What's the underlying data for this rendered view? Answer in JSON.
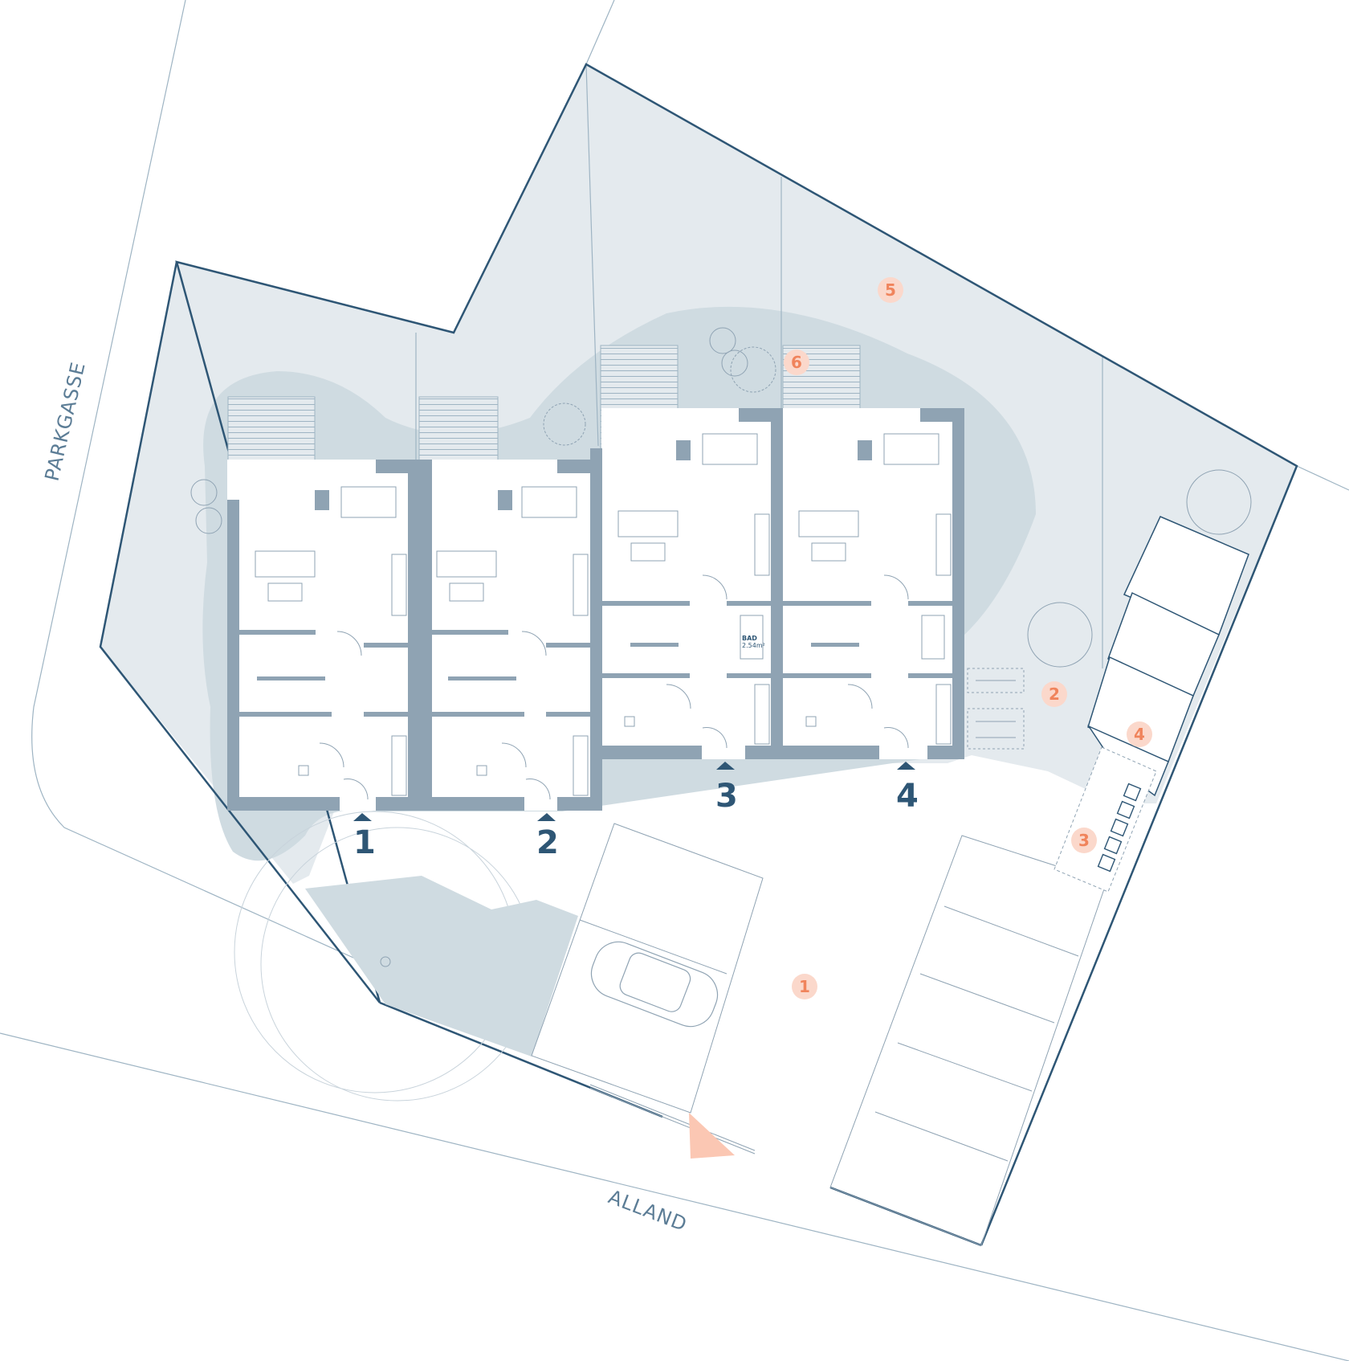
{
  "streets": {
    "parkgasse": "PARKGASSE",
    "alland": "ALLAND"
  },
  "entrances": [
    "1",
    "2",
    "3",
    "4"
  ],
  "markers": [
    "1",
    "2",
    "3",
    "4",
    "5",
    "6"
  ],
  "bathroom": {
    "name": "BAD",
    "area": "2.54m²"
  },
  "colors": {
    "wall": "#8fa3b3",
    "outline": "#2e5675",
    "garden": "#e4eaee",
    "tree_zone": "#cfdbe1",
    "marker": "#f0845c",
    "marker_bg": "#fbd8cb",
    "thin_line": "#9eb4c3",
    "entrance": "#2e5675"
  }
}
